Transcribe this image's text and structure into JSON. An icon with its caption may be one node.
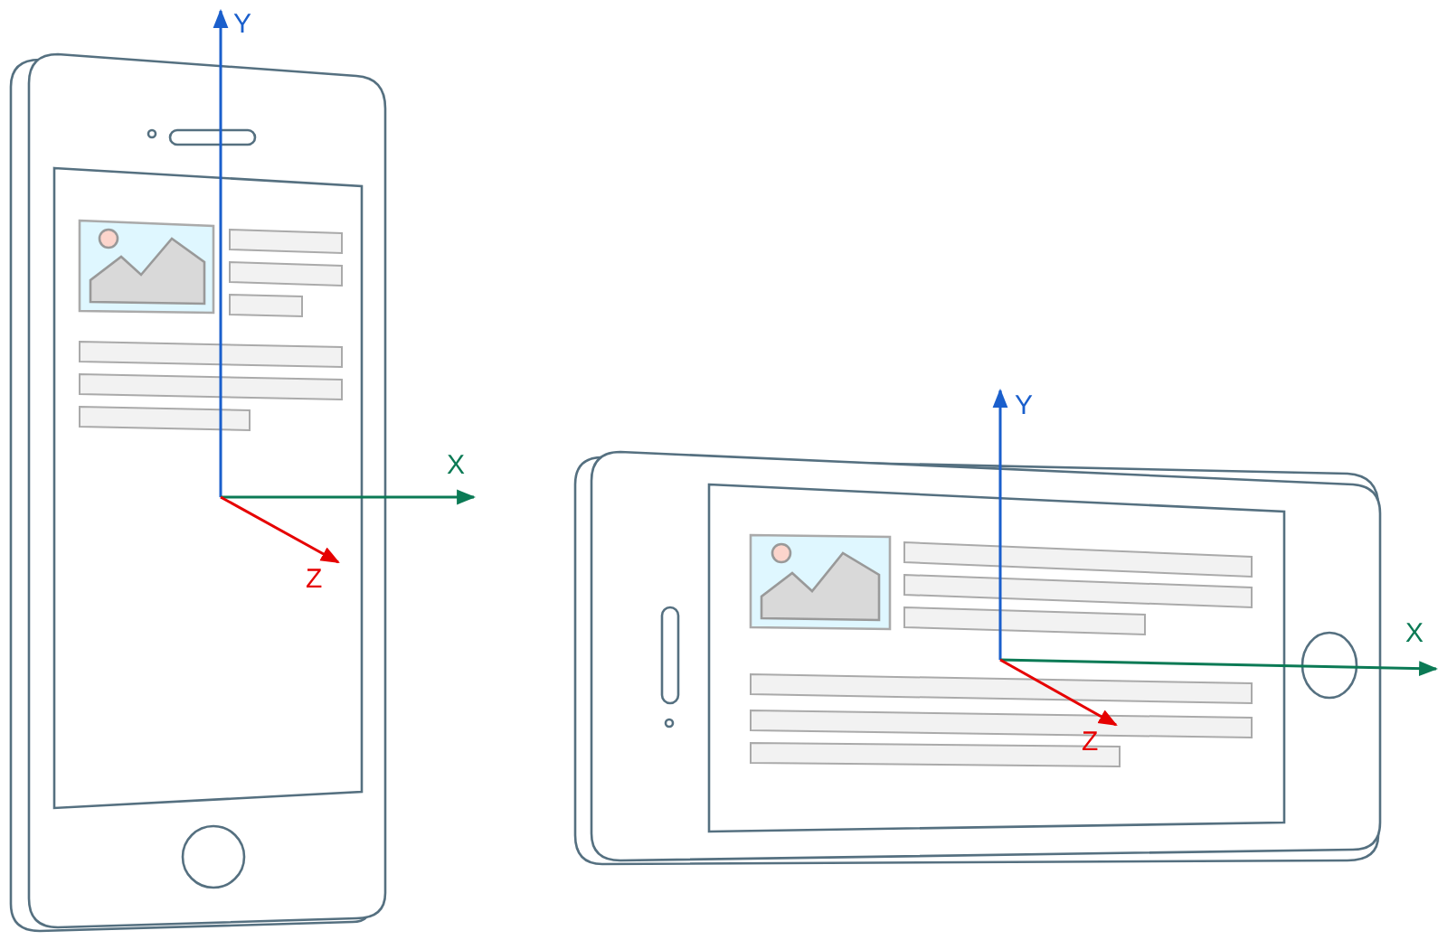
{
  "diagram": {
    "labels": [
      "Y",
      "X",
      "Z",
      "Y",
      "X",
      "Z"
    ]
  }
}
